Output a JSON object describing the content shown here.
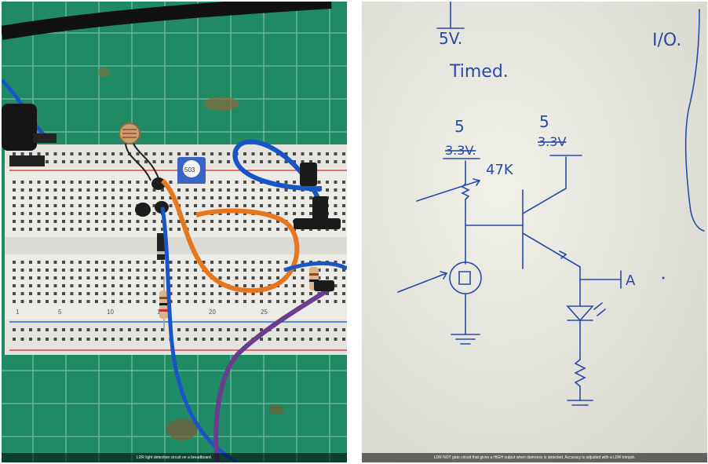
{
  "left_panel": {
    "caption": "LDR light detection circuit on a breadboard.",
    "breadboard_numbers": [
      "1",
      "5",
      "10",
      "15",
      "20",
      "25"
    ],
    "pot_label": "503"
  },
  "right_panel": {
    "caption": "LDR NOT gate circuit that gives a HIGH output when darkness is detected. Accuracy is adjusted with a LDR trimpot.",
    "notes": {
      "top_voltage": "5V.",
      "timed": "Timed.",
      "io": "I/O.",
      "supply_left_new": "5",
      "supply_left_old": "3.3V.",
      "supply_right_new": "5",
      "supply_right_old": "3.3V",
      "resistor_value": "47K",
      "output_label": "A"
    }
  },
  "colors": {
    "mat_green": "#1f8a64",
    "paper": "#e9e9e1",
    "ink_blue": "#2a4aa8",
    "wire_orange": "#e8761c",
    "wire_blue": "#1a55c8",
    "wire_purple": "#6a3d8e"
  }
}
